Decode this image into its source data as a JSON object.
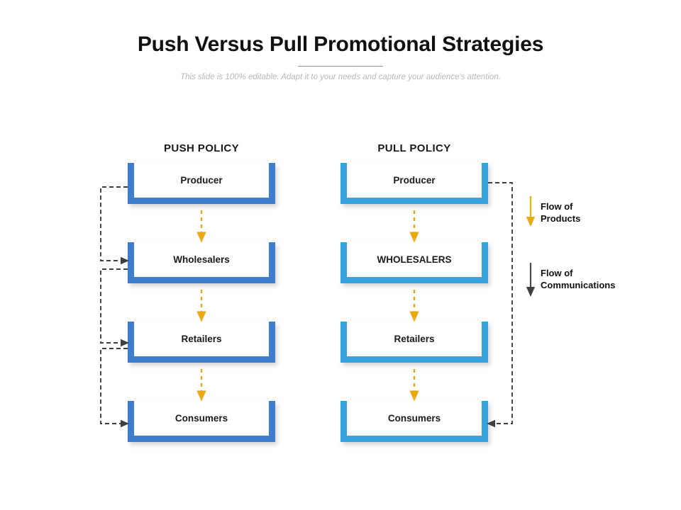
{
  "header": {
    "title": "Push Versus Pull Promotional Strategies",
    "subtitle": "This slide is 100% editable. Adapt it to your needs and capture your audience's attention."
  },
  "columns": [
    {
      "key": "push",
      "heading": "PUSH POLICY",
      "accent_color": "#3e7dcc",
      "boxes": [
        {
          "label": "Producer"
        },
        {
          "label": "Wholesalers"
        },
        {
          "label": "Retailers"
        },
        {
          "label": "Consumers"
        }
      ]
    },
    {
      "key": "pull",
      "heading": "PULL POLICY",
      "accent_color": "#35a2de",
      "boxes": [
        {
          "label": "Producer"
        },
        {
          "label": "WHOLESALERS"
        },
        {
          "label": "Retailers"
        },
        {
          "label": "Consumers"
        }
      ]
    }
  ],
  "legend": {
    "items": [
      {
        "line1": "Flow of",
        "line2": "Products",
        "arrow_color": "#f0b400",
        "arrow_style": "solid",
        "icon": "down-arrow-icon"
      },
      {
        "line1": "Flow of",
        "line2": "Communications",
        "arrow_color": "#4a4a4a",
        "arrow_style": "solid",
        "icon": "down-arrow-icon"
      }
    ]
  },
  "flows": {
    "product_arrow_color": "#e8a915",
    "communication_line_color": "#3f3f3f",
    "product_arrow_style": "dashed",
    "communication_line_style": "dashed"
  }
}
